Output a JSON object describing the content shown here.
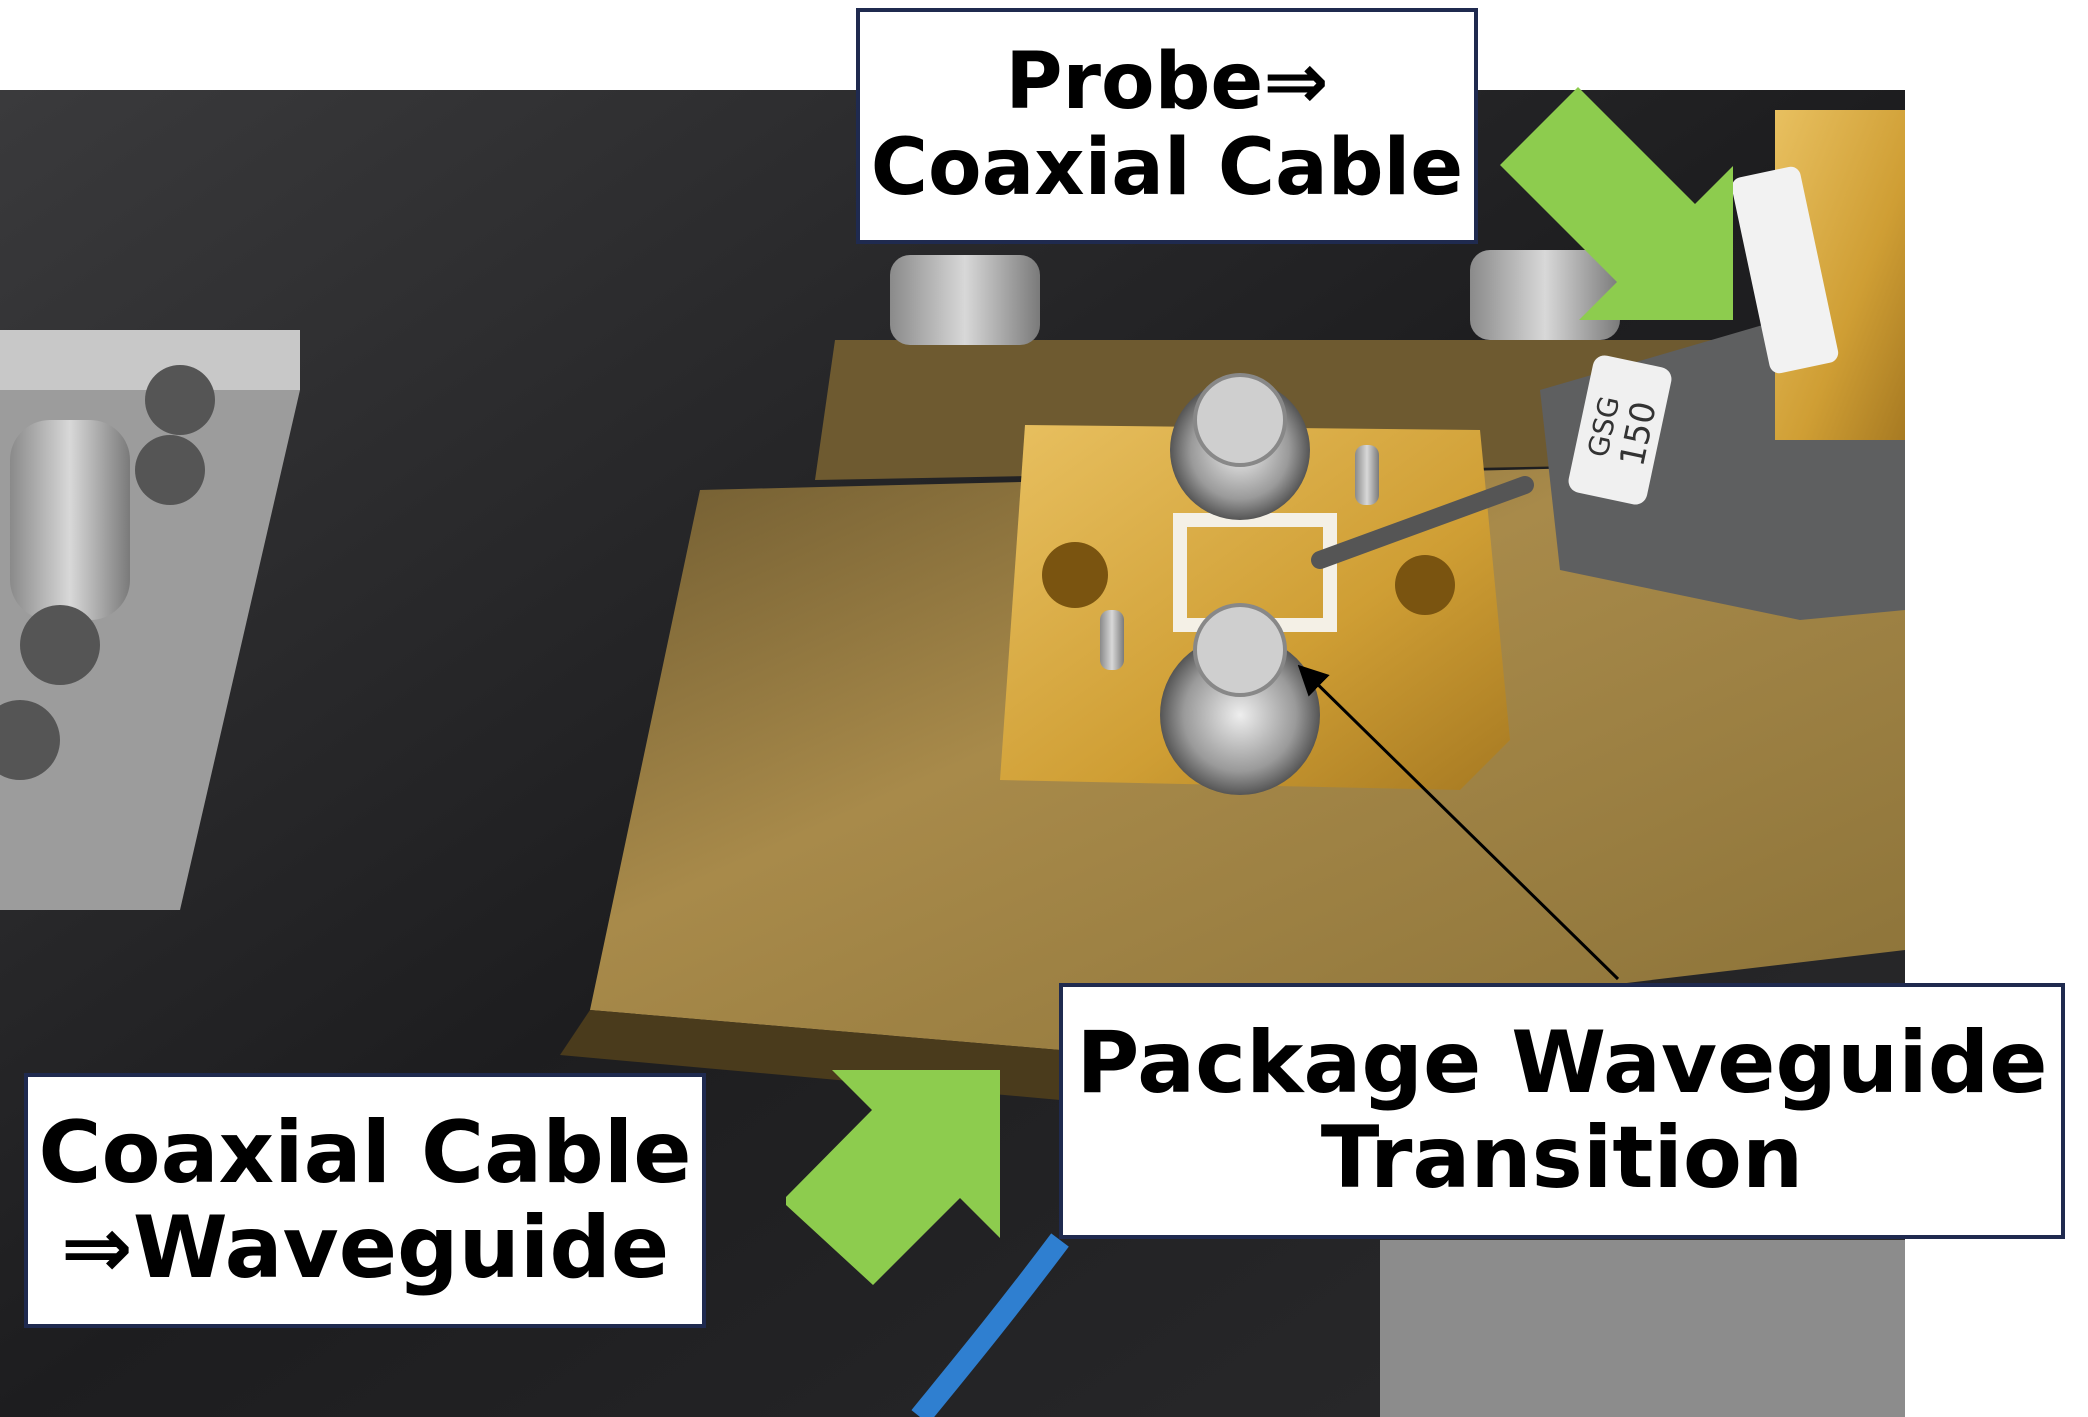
{
  "labels": {
    "probe": {
      "line1": "Probe⇒",
      "line2": "Coaxial Cable"
    },
    "package": {
      "line1": "Package Waveguide",
      "line2": "Transition"
    },
    "coax": {
      "line1": "Coaxial Cable",
      "line2": "⇒Waveguide"
    }
  },
  "probe_tag": {
    "line1": "GSG",
    "line2": "150"
  },
  "colors": {
    "arrow": "#8dcc4e",
    "border": "#1f2a4f",
    "brass": "#a88a4a",
    "gold": "#d4a53a"
  }
}
